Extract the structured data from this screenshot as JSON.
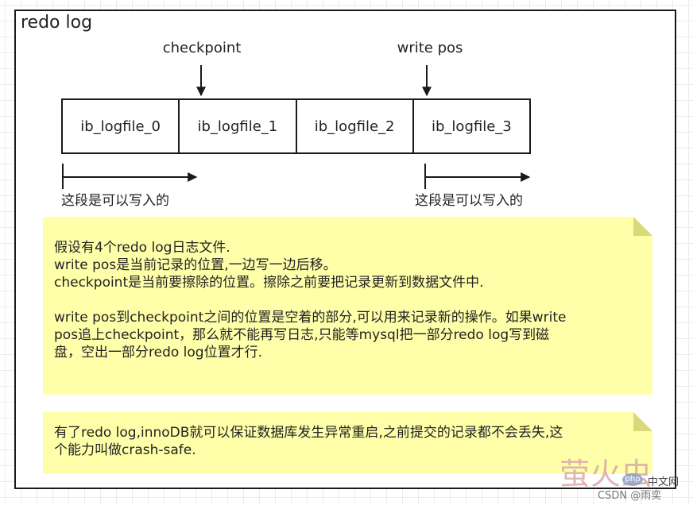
{
  "diagram": {
    "title": "redo log",
    "files": [
      "ib_logfile_0",
      "ib_logfile_1",
      "ib_logfile_2",
      "ib_logfile_3"
    ],
    "pointers": {
      "checkpoint": "checkpoint",
      "write_pos": "write pos"
    },
    "writable_labels": [
      "这段是可以写入的",
      "这段是可以写入的"
    ],
    "note1": {
      "paragraph1": "假设有4个redo log日志文件.\nwrite pos是当前记录的位置,一边写一边后移。\ncheckpoint是当前要擦除的位置。擦除之前要把记录更新到数据文件中.",
      "paragraph2": "write pos到checkpoint之间的位置是空着的部分,可以用来记录新的操作。如果write\npos追上checkpoint，那么就不能再写日志,只能等mysql把一部分redo log写到磁\n盘，空出一部分redo log位置才行."
    },
    "note2": {
      "text": "有了redo log,innoDB就可以保证数据库发生异常重启,之前提交的记录都不会丢失,这\n个能力叫做crash-safe."
    },
    "watermark": {
      "logo": "萤火虫",
      "badge": "php",
      "site": "中文网",
      "csdn": "CSDN @雨奕"
    }
  }
}
